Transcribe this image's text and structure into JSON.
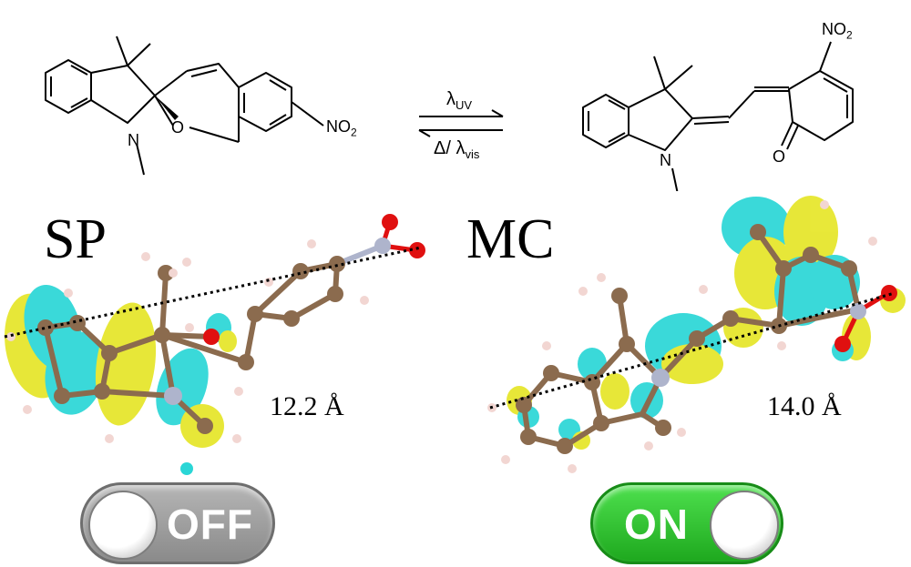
{
  "reaction": {
    "forward_label": "λ",
    "forward_sub": "UV",
    "reverse_label": "Δ/ λ",
    "reverse_sub": "vis"
  },
  "spiropyran_structure": {
    "n_label": "N",
    "o_label": "O",
    "no2_label": "NO",
    "no2_sub": "2"
  },
  "merocyanine_structure": {
    "n_label": "N",
    "o_label": "O",
    "no2_label": "NO",
    "no2_sub": "2"
  },
  "panels": {
    "sp": {
      "label": "SP",
      "distance": "12.2 Å",
      "switch_text": "OFF"
    },
    "mc": {
      "label": "MC",
      "distance": "14.0 Å",
      "switch_text": "ON"
    }
  },
  "colors": {
    "carbon": "#8b6b4e",
    "hydrogen": "#f2d6d2",
    "oxygen": "#e01010",
    "nitrogen": "#aeb4cc",
    "orbital_cyan": "#2ad6d6",
    "orbital_yellow": "#e6e628",
    "switch_off": "#9a9a9a",
    "switch_on": "#2ec82e"
  }
}
